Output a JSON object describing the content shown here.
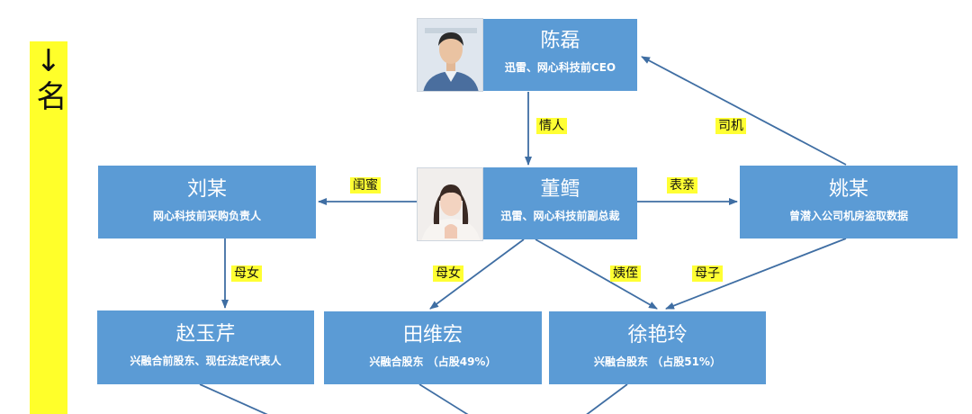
{
  "side_title": "陈磊、董鳕↓亲信、亲属↓名",
  "colors": {
    "node": "#5b9bd5",
    "arrow": "#3f6ea3",
    "label_bg": "#ffff33",
    "side_bg": "#ffff2a"
  },
  "nodes": {
    "chenlei": {
      "name": "陈磊",
      "desc": "迅雷、网心科技前CEO"
    },
    "dongxue": {
      "name": "董鳕",
      "desc": "迅雷、网心科技前副总裁"
    },
    "liumou": {
      "name": "刘某",
      "desc": "网心科技前采购负责人"
    },
    "yaomou": {
      "name": "姚某",
      "desc": "曾潜入公司机房盗取数据"
    },
    "zhaoyuqin": {
      "name": "赵玉芹",
      "desc": "兴融合前股东、现任法定代表人"
    },
    "tianweihong": {
      "name": "田维宏",
      "desc": "兴融合股东 （占股49%）"
    },
    "xuyanling": {
      "name": "徐艳玲",
      "desc": "兴融合股东 （占股51%）"
    }
  },
  "relations": {
    "lover": "情人",
    "driver": "司机",
    "bestie": "闺蜜",
    "cousin": "表亲",
    "mother_daughter_left": "母女",
    "mother_daughter_mid": "母女",
    "aunt_niece": "姨侄",
    "mother_son": "母子"
  },
  "icons": {
    "photo_male": "man-portrait-photo",
    "photo_female": "woman-portrait-photo"
  }
}
